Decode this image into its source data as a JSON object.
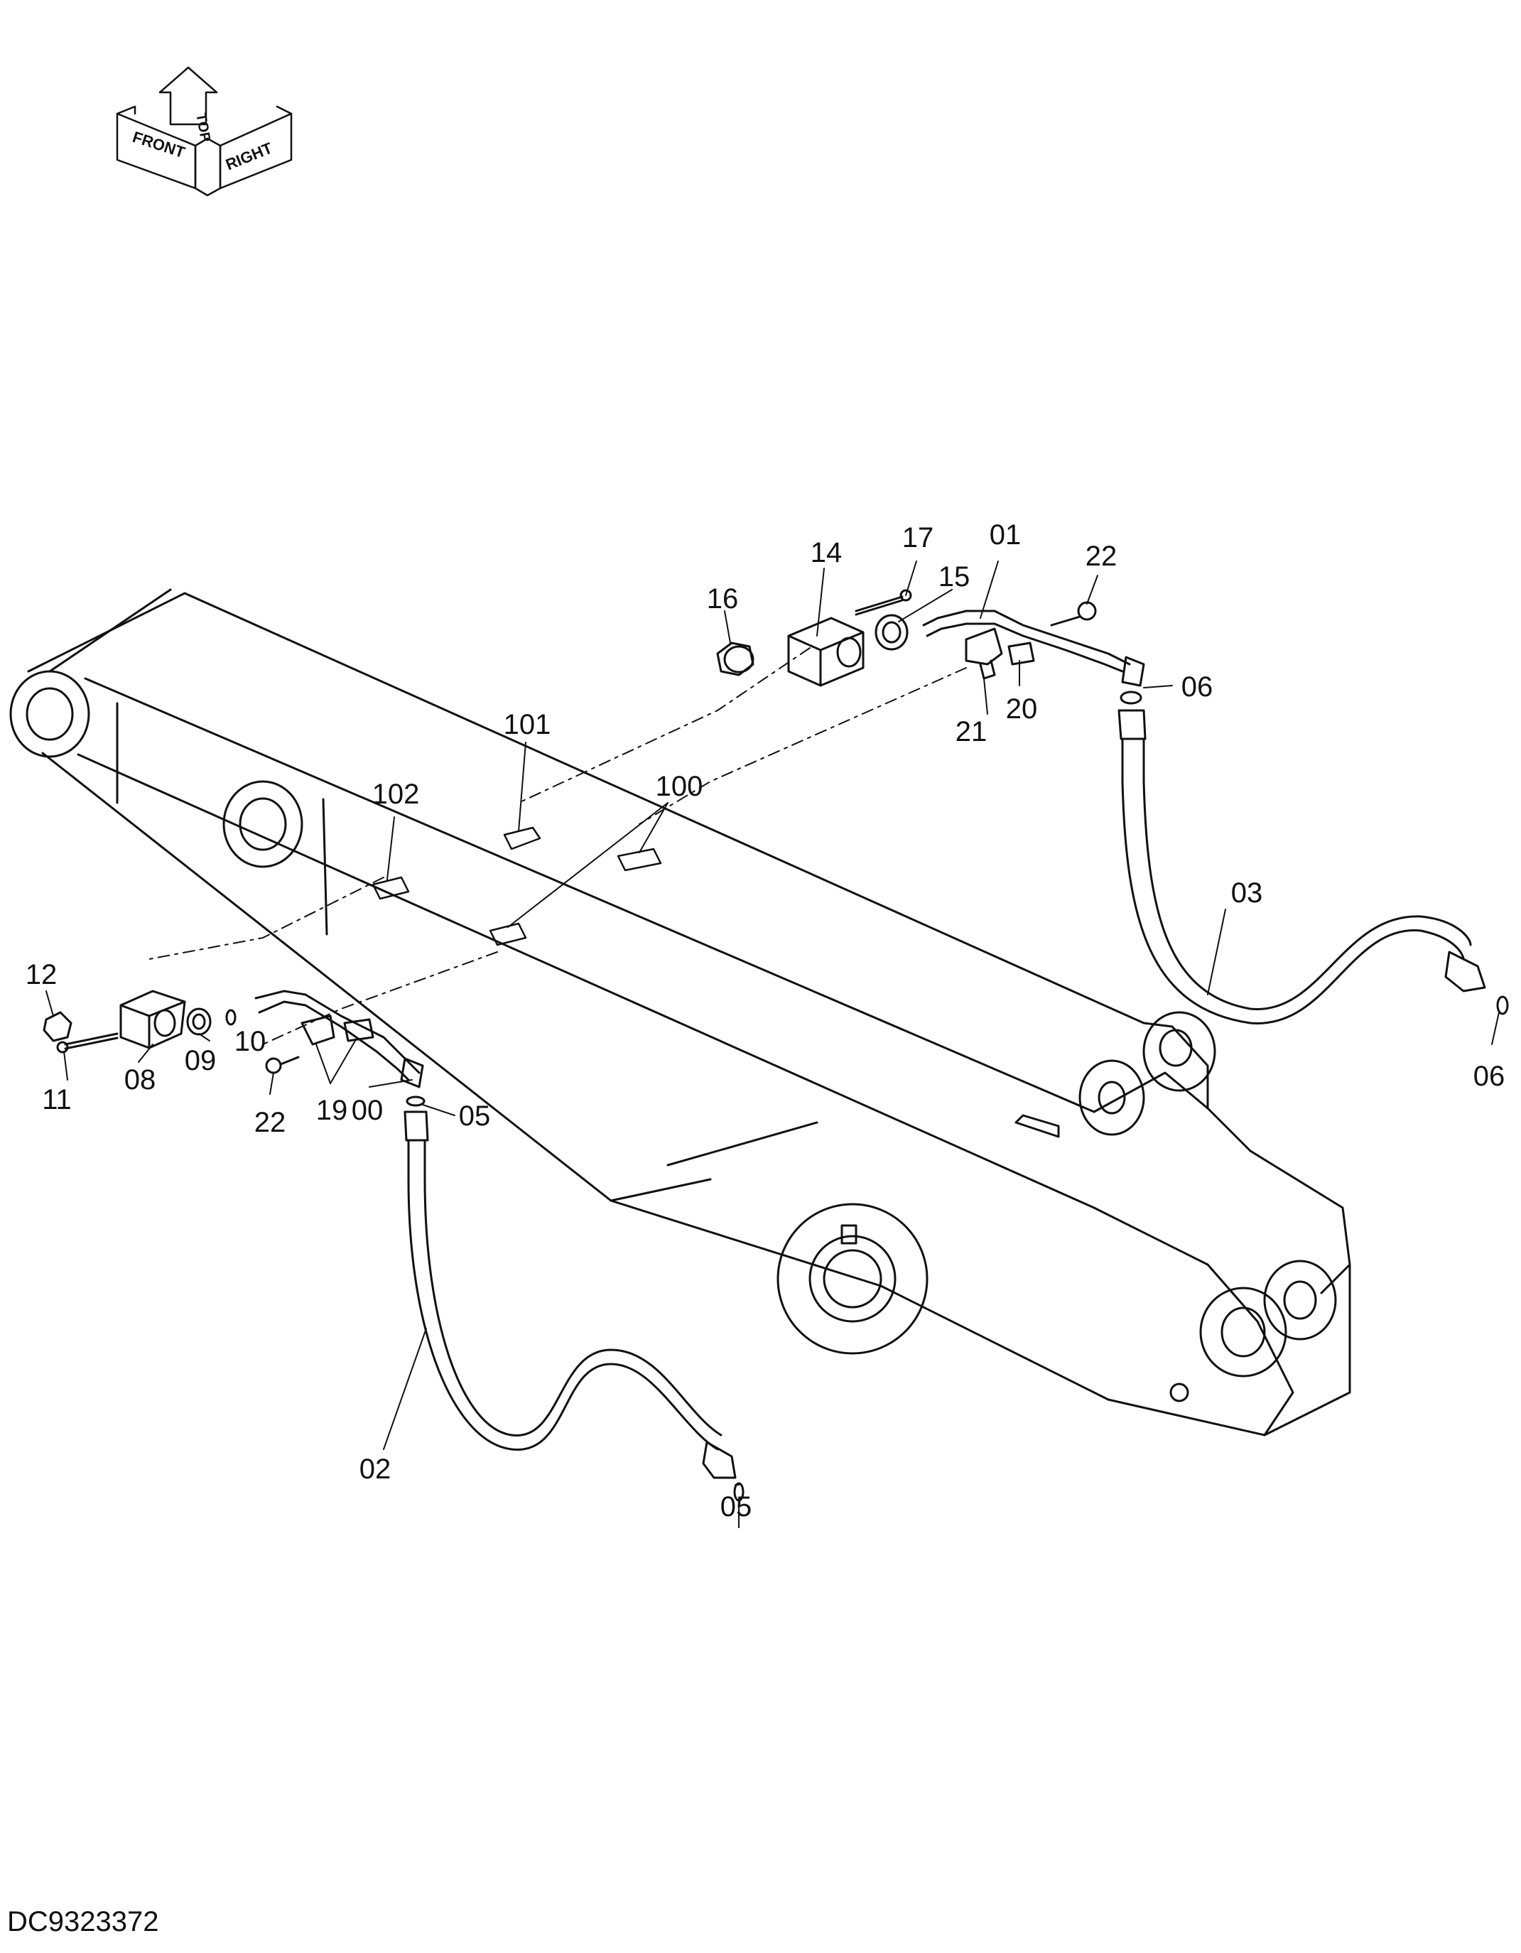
{
  "orientation": {
    "front": "FRONT",
    "top": "TOP",
    "right": "RIGHT"
  },
  "callouts": [
    {
      "id": "14",
      "label": "14"
    },
    {
      "id": "17",
      "label": "17"
    },
    {
      "id": "01",
      "label": "01"
    },
    {
      "id": "22-top",
      "label": "22"
    },
    {
      "id": "16",
      "label": "16"
    },
    {
      "id": "15",
      "label": "15"
    },
    {
      "id": "06-top",
      "label": "06"
    },
    {
      "id": "20",
      "label": "20"
    },
    {
      "id": "21",
      "label": "21"
    },
    {
      "id": "101",
      "label": "101"
    },
    {
      "id": "100",
      "label": "100"
    },
    {
      "id": "102",
      "label": "102"
    },
    {
      "id": "03",
      "label": "03"
    },
    {
      "id": "12",
      "label": "12"
    },
    {
      "id": "09",
      "label": "09"
    },
    {
      "id": "10",
      "label": "10"
    },
    {
      "id": "11",
      "label": "11"
    },
    {
      "id": "08",
      "label": "08"
    },
    {
      "id": "22-bottom",
      "label": "22"
    },
    {
      "id": "19",
      "label": "19"
    },
    {
      "id": "05-top",
      "label": "05"
    },
    {
      "id": "00",
      "label": "00"
    },
    {
      "id": "06-bottom",
      "label": "06"
    },
    {
      "id": "02",
      "label": "02"
    },
    {
      "id": "05-bottom",
      "label": "05"
    }
  ],
  "document_code": "DC9323372"
}
